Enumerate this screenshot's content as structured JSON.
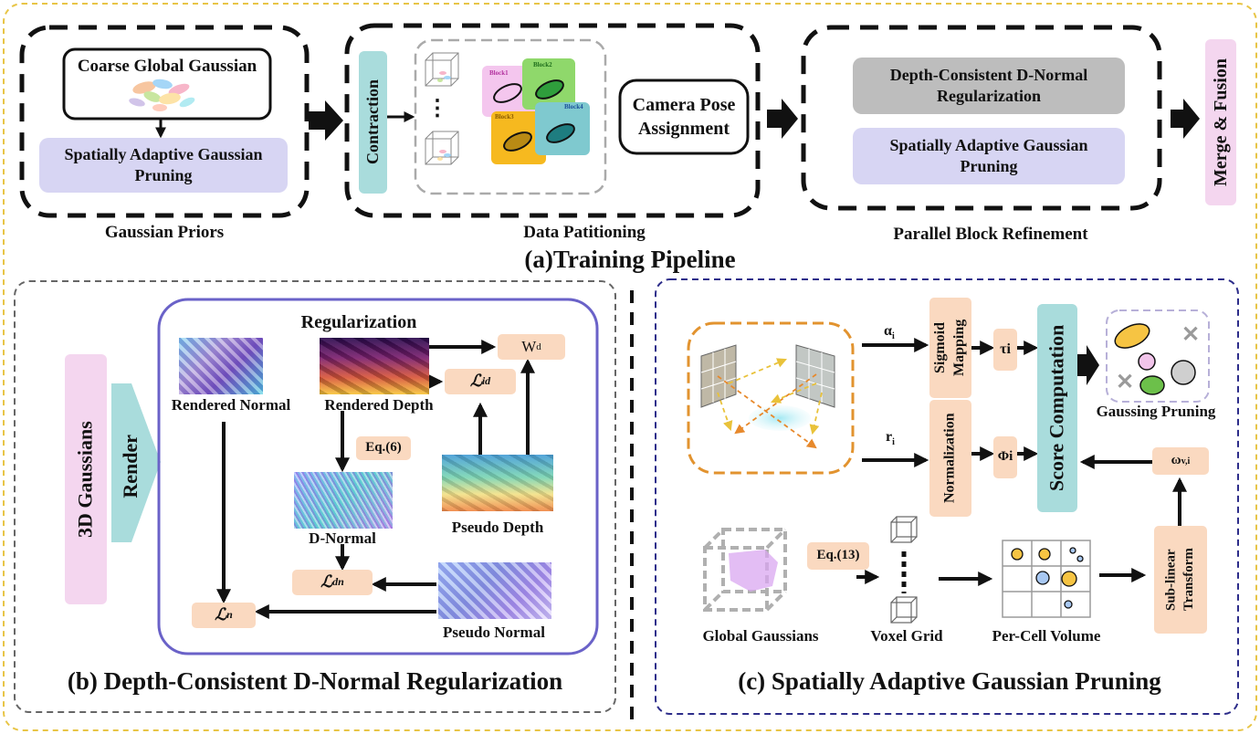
{
  "pipeline": {
    "caption": "(a)Training Pipeline",
    "gaussian_priors": {
      "coarse_label": "Coarse Global Gaussian",
      "pruning_label": "Spatially Adaptive Gaussian Pruning",
      "caption": "Gaussian Priors"
    },
    "data_partitioning": {
      "contraction_label": "Contraction",
      "blocks": [
        "Block1",
        "Block2",
        "Block3",
        "Block4"
      ],
      "camera_label": "Camera Pose Assignment",
      "caption": "Data Patitioning"
    },
    "parallel_refinement": {
      "regularization_label": "Depth-Consistent D-Normal Regularization",
      "pruning_label": "Spatially Adaptive Gaussian Pruning",
      "caption": "Parallel Block Refinement"
    },
    "merge_label": "Merge & Fusion"
  },
  "panel_b": {
    "caption": "(b) Depth-Consistent D-Normal Regularization",
    "gaussians_label": "3D Gaussians",
    "render_label": "Render",
    "regularization_title": "Regularization",
    "rendered_normal": "Rendered Normal",
    "rendered_depth": "Rendered Depth",
    "eq6": "Eq.(6)",
    "d_normal": "D-Normal",
    "pseudo_depth": "Pseudo Depth",
    "pseudo_normal": "Pseudo Normal",
    "wd": "W",
    "wd_sub": "d",
    "loss_id": "ℒ",
    "loss_id_sub": "id",
    "loss_dn": "ℒ",
    "loss_dn_sub": "dn",
    "loss_n": "ℒ",
    "loss_n_sub": "n"
  },
  "panel_c": {
    "caption": "(c) Spatially Adaptive Gaussian Pruning",
    "alpha": "α",
    "alpha_sub": "i",
    "r": "r",
    "r_sub": "i",
    "sigmoid_label": "Sigmoid Mapping",
    "normalization_label": "Normalization",
    "tau": "τi",
    "phi": "Φi",
    "score_label": "Score Computation",
    "omega": "ω",
    "omega_sub": "v,i",
    "pruning_caption": "Gaussing Pruning",
    "eq13": "Eq.(13)",
    "global_gaussians": "Global Gaussians",
    "voxel_grid": "Voxel Grid",
    "per_cell_volume": "Per-Cell Volume",
    "sublinear_label": "Sub-linear Transform"
  },
  "colors": {
    "peach": "#fad9c0",
    "lavender": "#d7d5f3",
    "pink": "#f4d6ef",
    "teal": "#a9dcdc",
    "outer_border": "#e8c547",
    "panel_c_border": "#2d2d8a",
    "regularization_border": "#6a62c8"
  }
}
